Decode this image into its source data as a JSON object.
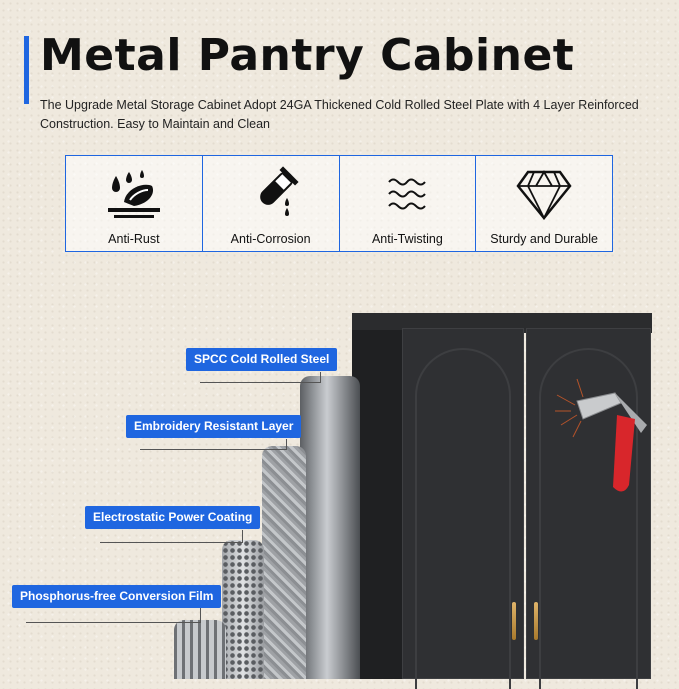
{
  "header": {
    "title": "Metal Pantry Cabinet",
    "subtitle": "The Upgrade Metal Storage Cabinet Adopt 24GA Thickened Cold Rolled Steel Plate with 4 Layer Reinforced\nConstruction. Easy to Maintain and Clean",
    "accent_color": "#1f66e0"
  },
  "features": [
    {
      "icon": "water-drops-shell-icon",
      "label": "Anti-Rust"
    },
    {
      "icon": "test-tube-icon",
      "label": "Anti-Corrosion"
    },
    {
      "icon": "wavy-lines-icon",
      "label": "Anti-Twisting"
    },
    {
      "icon": "diamond-icon",
      "label": "Sturdy and Durable"
    }
  ],
  "layers": [
    {
      "label": "SPCC Cold Rolled Steel"
    },
    {
      "label": "Embroidery Resistant Layer"
    },
    {
      "label": "Electrostatic Power Coating"
    },
    {
      "label": "Phosphorus-free Conversion Film"
    }
  ]
}
